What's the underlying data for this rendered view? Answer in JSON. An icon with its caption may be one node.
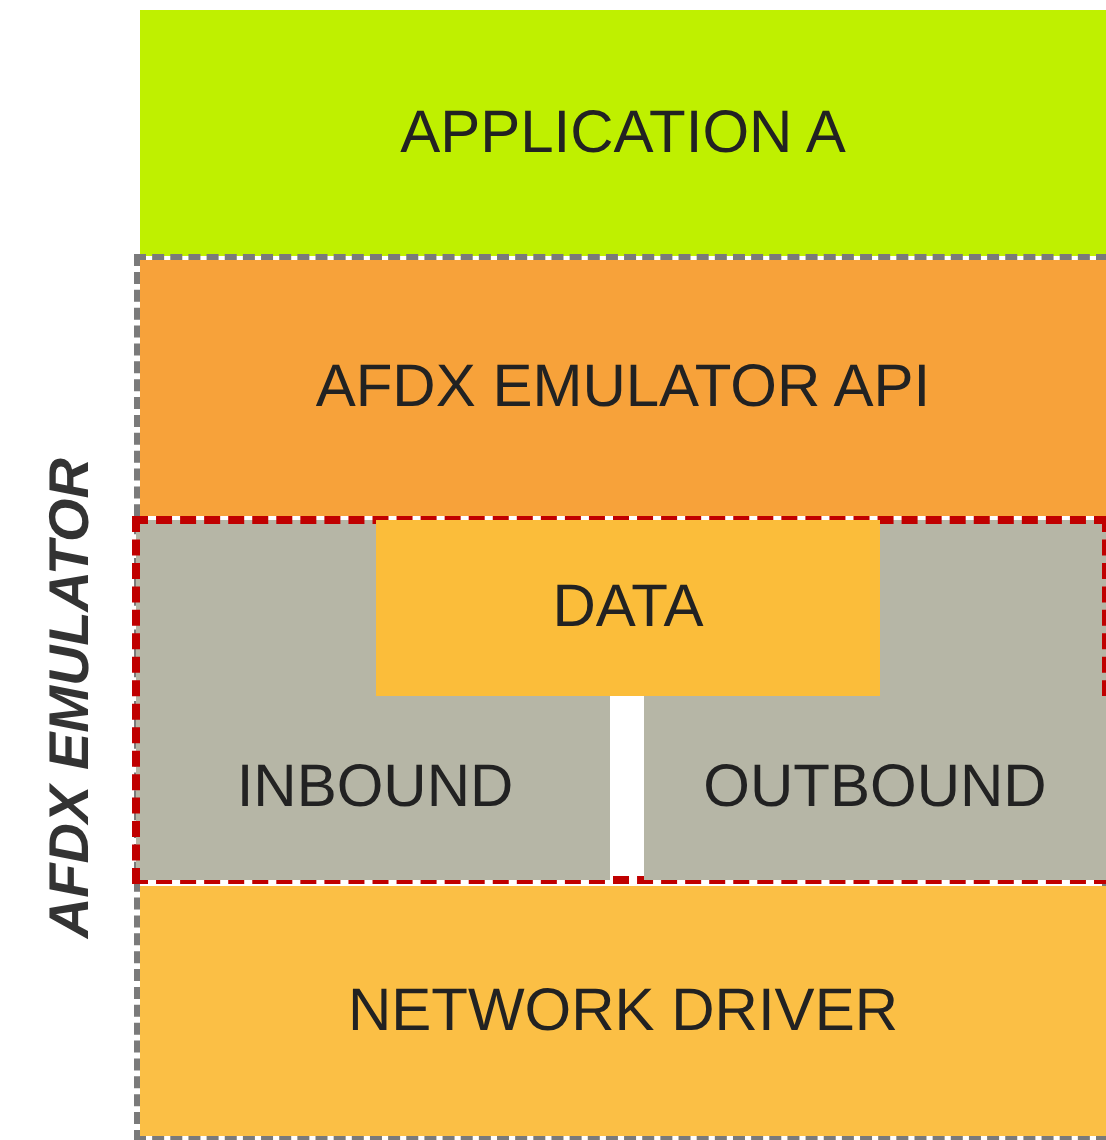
{
  "diagram": {
    "nodes": [
      {
        "text": [
          "APPLICATION A"
        ]
      },
      {
        "text": [
          "AFDX EMULATOR"
        ]
      },
      {
        "text": [
          "AFDX EMULATOR API"
        ],
        "in": 1
      },
      {
        "text": [],
        "shape": "box",
        "in": 1
      },
      {
        "text": [
          "INBOUND"
        ],
        "in": 3
      },
      {
        "text": [
          "OUTBOUND"
        ],
        "in": 3
      },
      {
        "text": [
          "DATA"
        ],
        "in": 3
      },
      {
        "text": [
          "NETWORK DRIVER"
        ],
        "in": 1
      }
    ]
  }
}
